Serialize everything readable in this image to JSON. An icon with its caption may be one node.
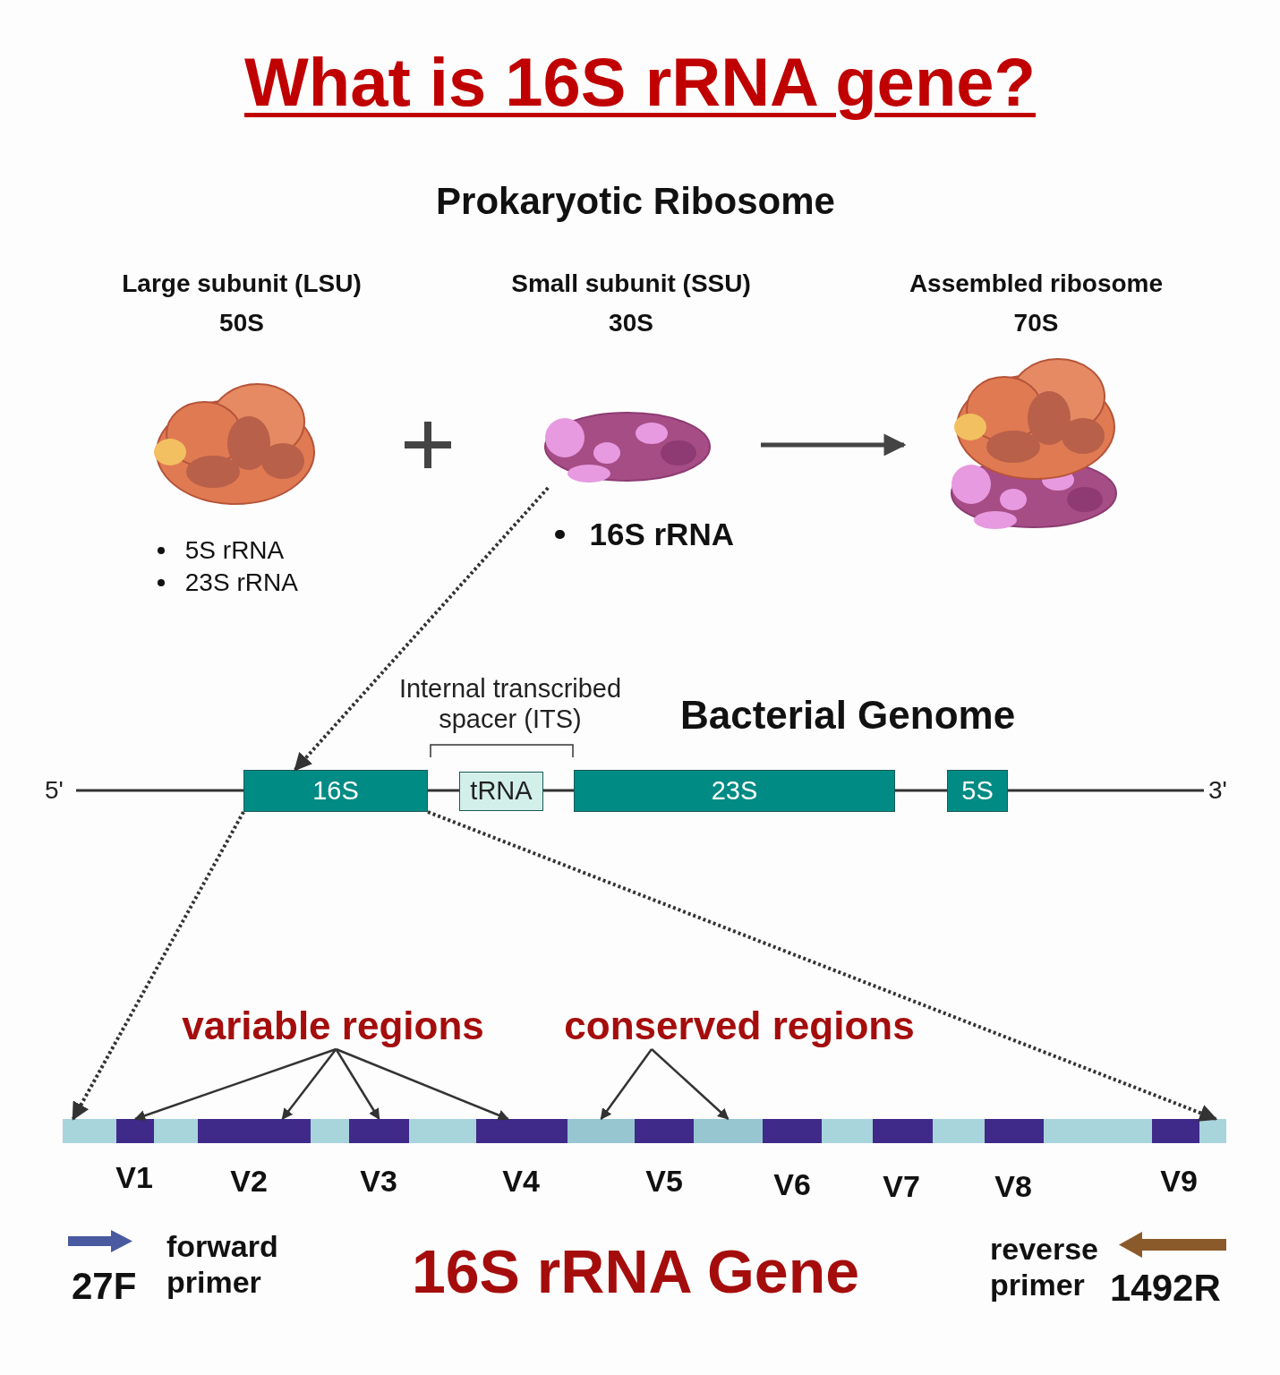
{
  "diagram": {
    "title": "What is 16S rRNA gene?",
    "nodes": [
      {
        "text": [
          "Large subunit (LSU)",
          "50S"
        ],
        "beside": [
          "5S rRNA",
          "23S rRNA"
        ]
      },
      {
        "text": [
          "Small subunit (SSU)",
          "30S"
        ],
        "beside": [
          "16S rRNA"
        ]
      },
      {
        "text": [
          "Assembled ribosome",
          "70S"
        ]
      },
      {
        "text": [
          "16S"
        ]
      },
      {
        "text": [
          "tRNA"
        ]
      },
      {
        "text": [
          "23S"
        ]
      },
      {
        "text": [
          "5S"
        ]
      },
      {
        "text": [
          "variable regions"
        ]
      },
      {
        "text": [
          "conserved regions"
        ]
      },
      {
        "text": [],
        "shape": "bar"
      },
      {
        "text": [],
        "shape": "bar",
        "in": 9,
        "beside": [
          "V1"
        ]
      },
      {
        "text": [],
        "shape": "bar",
        "in": 9,
        "beside": [
          "V2"
        ]
      },
      {
        "text": [],
        "shape": "bar",
        "in": 9,
        "beside": [
          "V3"
        ]
      },
      {
        "text": [],
        "shape": "bar",
        "in": 9,
        "beside": [
          "V4"
        ]
      },
      {
        "text": [],
        "shape": "bar",
        "in": 9
      },
      {
        "text": [],
        "shape": "bar",
        "in": 9,
        "beside": [
          "V5"
        ]
      },
      {
        "text": [],
        "shape": "bar",
        "in": 9
      },
      {
        "text": [],
        "shape": "bar",
        "in": 9,
        "beside": [
          "V6"
        ]
      },
      {
        "text": [],
        "shape": "bar",
        "in": 9,
        "beside": [
          "V7"
        ]
      },
      {
        "text": [],
        "shape": "bar",
        "in": 9,
        "beside": [
          "V8"
        ]
      },
      {
        "text": [],
        "shape": "bar",
        "in": 9,
        "beside": [
          "V9"
        ]
      }
    ],
    "edges": [
      {
        "from": 1,
        "to": 2,
        "arrow": "to",
        "style": "thick"
      },
      {
        "from": 1,
        "to": 3,
        "arrow": "to",
        "style": "dashed"
      },
      {
        "from": 3,
        "to": 9,
        "arrow": "to",
        "style": "dashed"
      },
      {
        "from": 3,
        "to": 9,
        "arrow": "to",
        "style": "dashed"
      },
      {
        "from": 7,
        "to": 10,
        "arrow": "to"
      },
      {
        "from": 7,
        "to": 11,
        "arrow": "to"
      },
      {
        "from": 7,
        "to": 12,
        "arrow": "to"
      },
      {
        "from": 7,
        "to": 13,
        "arrow": "to"
      },
      {
        "from": 8,
        "to": 14,
        "arrow": "to"
      },
      {
        "from": 8,
        "to": 16,
        "arrow": "to"
      }
    ],
    "labels": [
      "Prokaryotic Ribosome",
      "Internal transcribed spacer (ITS)",
      "Bacterial Genome",
      "5'",
      "3'",
      "forward primer",
      "27F",
      "16S rRNA Gene",
      "reverse primer",
      "1492R"
    ]
  }
}
